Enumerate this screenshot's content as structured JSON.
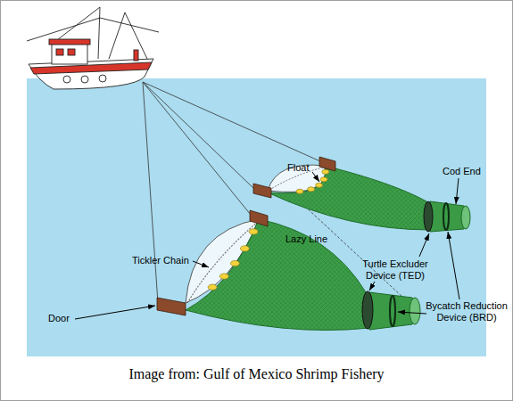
{
  "diagram": {
    "caption": "Image from: Gulf of Mexico Shrimp Fishery",
    "labels": [
      "Float",
      "Cod End",
      "Tickler Chain",
      "Lazy Line",
      "Turtle Excluder Device (TED)",
      "Door",
      "Bycatch Reduction Device (BRD)"
    ]
  }
}
